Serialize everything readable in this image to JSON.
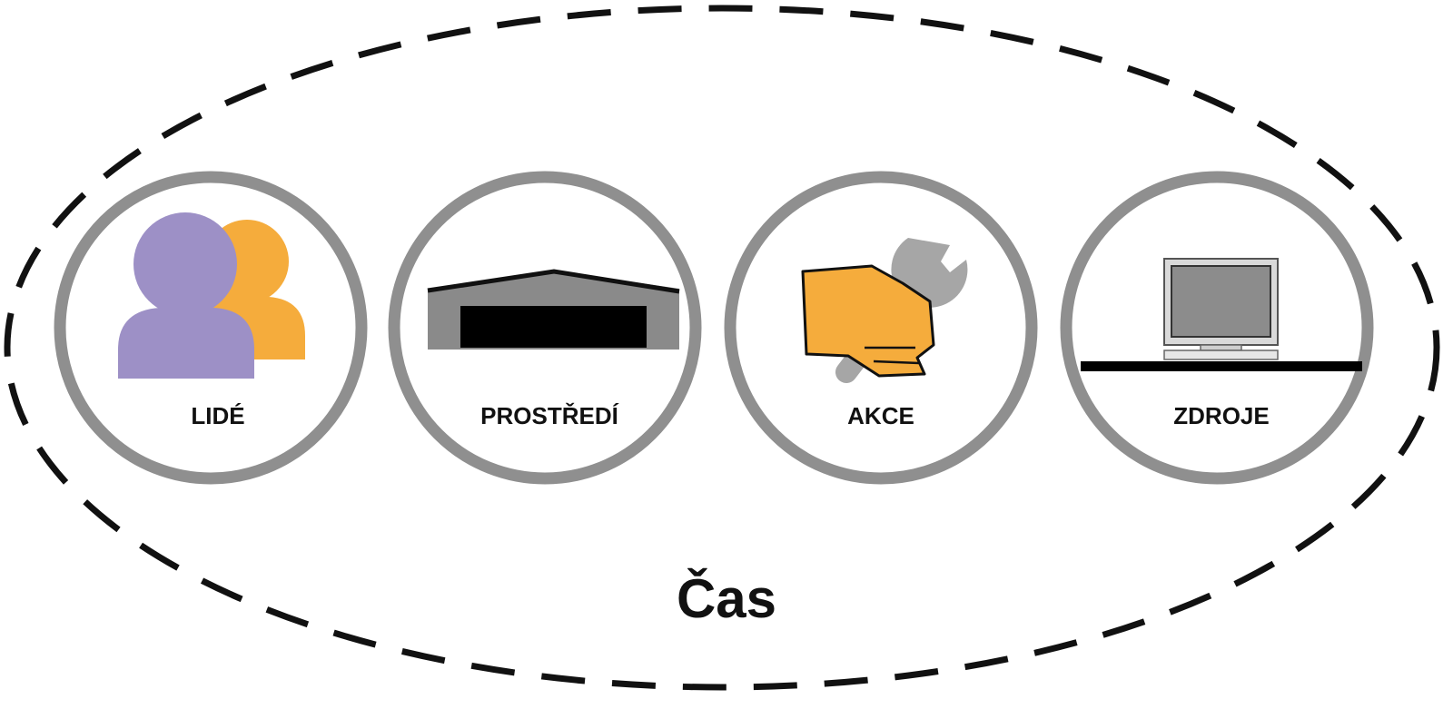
{
  "diagram": {
    "outer_label": "Čas",
    "items": [
      {
        "label": "LIDÉ",
        "icon": "people-icon"
      },
      {
        "label": "PROSTŘEDÍ",
        "icon": "building-icon"
      },
      {
        "label": "AKCE",
        "icon": "hand-wrench-icon"
      },
      {
        "label": "ZDROJE",
        "icon": "computer-monitor-icon"
      }
    ],
    "colors": {
      "ring": "#8f8f8f",
      "boundary": "#111111",
      "person_front": "#9d90c6",
      "person_back": "#f5ac3c",
      "hand": "#f5ac3c",
      "wrench": "#a6a6a6",
      "building": "#8a8a8a",
      "screen": "#8c8c8c"
    }
  }
}
